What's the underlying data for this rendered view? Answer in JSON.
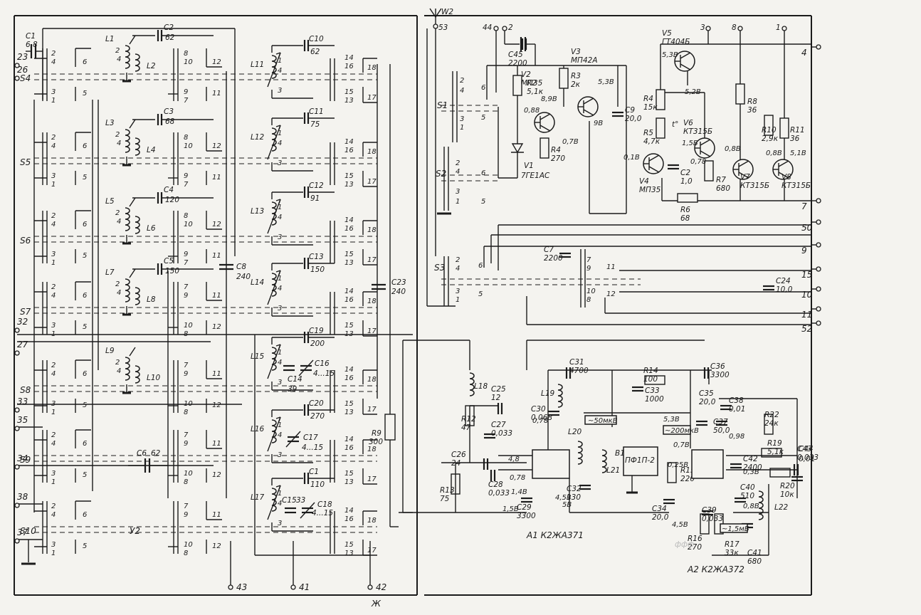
{
  "diagram": {
    "blocks": {
      "y2": "У2",
      "a1": "A1 К2ЖА371",
      "a2": "A2 К2ЖА372",
      "b1": "B1",
      "b1_type": "ПФ1П-2",
      "w2": "W2",
      "zh": "Ж"
    },
    "band_switches": [
      "S4",
      "S5",
      "S6",
      "S7",
      "S8",
      "S9",
      "S10"
    ],
    "switches_right": [
      "S1",
      "S2",
      "S3"
    ],
    "switch_pins": {
      "left_top": [
        "2",
        "4",
        "6"
      ],
      "left_bottom": [
        "3",
        "1",
        "5"
      ],
      "mid_a_top": [
        "8",
        "10",
        "12"
      ],
      "mid_a_bottom": [
        "9",
        "7",
        "11"
      ],
      "mid_b_top": [
        "7",
        "9",
        "11"
      ],
      "mid_b_bottom": [
        "10",
        "8",
        "12"
      ],
      "right_top": [
        "14",
        "16",
        "18"
      ],
      "right_bottom": [
        "15",
        "13",
        "17"
      ]
    },
    "coils_left": [
      {
        "coil": "L1",
        "coupling": "L2",
        "cap": "C2",
        "cap_value": "62"
      },
      {
        "coil": "L3",
        "coupling": "L4",
        "cap": "C3",
        "cap_value": "68"
      },
      {
        "coil": "L5",
        "coupling": "L6",
        "cap": "C4",
        "cap_value": "120"
      },
      {
        "coil": "L7",
        "coupling": "L8",
        "cap": "C5",
        "cap_value": "150"
      },
      {
        "coil": "L9",
        "coupling": "L10",
        "cap": "",
        "cap_value": ""
      }
    ],
    "coils_mid": [
      {
        "coil": "L11",
        "cap": "C10",
        "cap_value": "62"
      },
      {
        "coil": "L12",
        "cap": "C11",
        "cap_value": "75"
      },
      {
        "coil": "L13",
        "cap": "C12",
        "cap_value": "91"
      },
      {
        "coil": "L14",
        "cap": "C13",
        "cap_value": "150"
      },
      {
        "coil": "L15",
        "cap": "C19",
        "cap_value": "200"
      },
      {
        "coil": "L16",
        "cap": "C20",
        "cap_value": "270"
      },
      {
        "coil": "L17",
        "cap": "C1",
        "cap_value": "110"
      }
    ],
    "left_components": [
      {
        "ref": "C1",
        "value": "6,8"
      },
      {
        "ref": "C6",
        "value": "62"
      },
      {
        "ref": "C8",
        "value": "240"
      },
      {
        "ref": "C23",
        "value": "240"
      },
      {
        "ref": "R9",
        "value": "300"
      },
      {
        "ref": "C14",
        "value": "39"
      },
      {
        "ref": "C15",
        "value": "33"
      },
      {
        "ref": "C16",
        "value": "4...15"
      },
      {
        "ref": "C17",
        "value": "4...15"
      },
      {
        "ref": "C18",
        "value": "4...15"
      }
    ],
    "left_terminals": [
      "23",
      "26",
      "32",
      "27",
      "33",
      "35",
      "34",
      "38",
      "37"
    ],
    "bottom_terminals": [
      "43",
      "41",
      "42"
    ],
    "top_terminals": [
      "53",
      "44",
      "2",
      "3",
      "8",
      "1"
    ],
    "right_terminals": [
      "4",
      "7",
      "50",
      "9",
      "15",
      "10",
      "11",
      "52"
    ],
    "transistors": [
      {
        "ref": "V2",
        "type": "МП35"
      },
      {
        "ref": "V3",
        "type": "МП42А"
      },
      {
        "ref": "V4",
        "type": "МП35"
      },
      {
        "ref": "V5",
        "type": "ГТ404Б"
      },
      {
        "ref": "V6",
        "type": "КТ315Б"
      },
      {
        "ref": "V7",
        "type": "КТ315Б"
      },
      {
        "ref": "V8",
        "type": "КТ315Б"
      }
    ],
    "diode": {
      "ref": "V1",
      "type": "7ГЕ1АС"
    },
    "resistors": [
      {
        "ref": "R2",
        "value": "5,1к"
      },
      {
        "ref": "R3",
        "value": "2к"
      },
      {
        "ref": "R4",
        "value": "270"
      },
      {
        "ref": "R4",
        "value": "15к"
      },
      {
        "ref": "R5",
        "value": "4,7к"
      },
      {
        "ref": "R6",
        "value": "68"
      },
      {
        "ref": "R7",
        "value": "680"
      },
      {
        "ref": "R8",
        "value": "36"
      },
      {
        "ref": "R10",
        "value": "2,9к"
      },
      {
        "ref": "R11",
        "value": "36"
      },
      {
        "ref": "R12",
        "value": "47"
      },
      {
        "ref": "R13",
        "value": "75"
      },
      {
        "ref": "R14",
        "value": "100"
      },
      {
        "ref": "R15",
        "value": "220"
      },
      {
        "ref": "R16",
        "value": "270"
      },
      {
        "ref": "R17",
        "value": "33к"
      },
      {
        "ref": "R19",
        "value": "5,1к"
      },
      {
        "ref": "R20",
        "value": "10к"
      },
      {
        "ref": "R22",
        "value": "24к"
      }
    ],
    "capacitors": [
      {
        "ref": "C45",
        "value": "2200"
      },
      {
        "ref": "C9",
        "value": "20,0"
      },
      {
        "ref": "C2",
        "value": "1,0"
      },
      {
        "ref": "C7",
        "value": "2200"
      },
      {
        "ref": "C24",
        "value": "10,0"
      },
      {
        "ref": "C25",
        "value": "12"
      },
      {
        "ref": "C26",
        "value": "24"
      },
      {
        "ref": "C27",
        "value": "0,033"
      },
      {
        "ref": "C28",
        "value": "0,033"
      },
      {
        "ref": "C29",
        "value": "3300"
      },
      {
        "ref": "C30",
        "value": "0,068"
      },
      {
        "ref": "C31",
        "value": "4700"
      },
      {
        "ref": "C32",
        "value": "130"
      },
      {
        "ref": "C33",
        "value": "1000"
      },
      {
        "ref": "C34",
        "value": "20,0"
      },
      {
        "ref": "C35",
        "value": "20,0"
      },
      {
        "ref": "C36",
        "value": "3300"
      },
      {
        "ref": "C37",
        "value": "50,0"
      },
      {
        "ref": "C38",
        "value": "0,01"
      },
      {
        "ref": "C39",
        "value": "0,033"
      },
      {
        "ref": "C40",
        "value": "510"
      },
      {
        "ref": "C41",
        "value": "680"
      },
      {
        "ref": "C42",
        "value": "2400"
      },
      {
        "ref": "C43",
        "value": "0,033"
      },
      {
        "ref": "C44",
        "value": "0,01"
      }
    ],
    "coils_right": [
      "L18",
      "L19",
      "L20",
      "L21",
      "L22"
    ],
    "voltages": [
      "5,3В",
      "5,2В",
      "5,3В",
      "8,9В",
      "0,88",
      "0,7В",
      "9В",
      "1,5В",
      "0,78",
      "0,8В",
      "0,8В",
      "5,1В",
      "0,1В",
      "0,78",
      "4,8",
      "1,4В",
      "0,78",
      "1,5В",
      "4,5В",
      "5В",
      "5,3В",
      "0,7В",
      "0,98",
      "4,5В",
      "0,25В",
      "0,3В",
      "0,8В"
    ],
    "signal_levels": [
      "~50мкВ",
      "~200мкВ",
      "~1,5мВ"
    ],
    "thermistor": "t°",
    "edge_mark": "ффф"
  }
}
